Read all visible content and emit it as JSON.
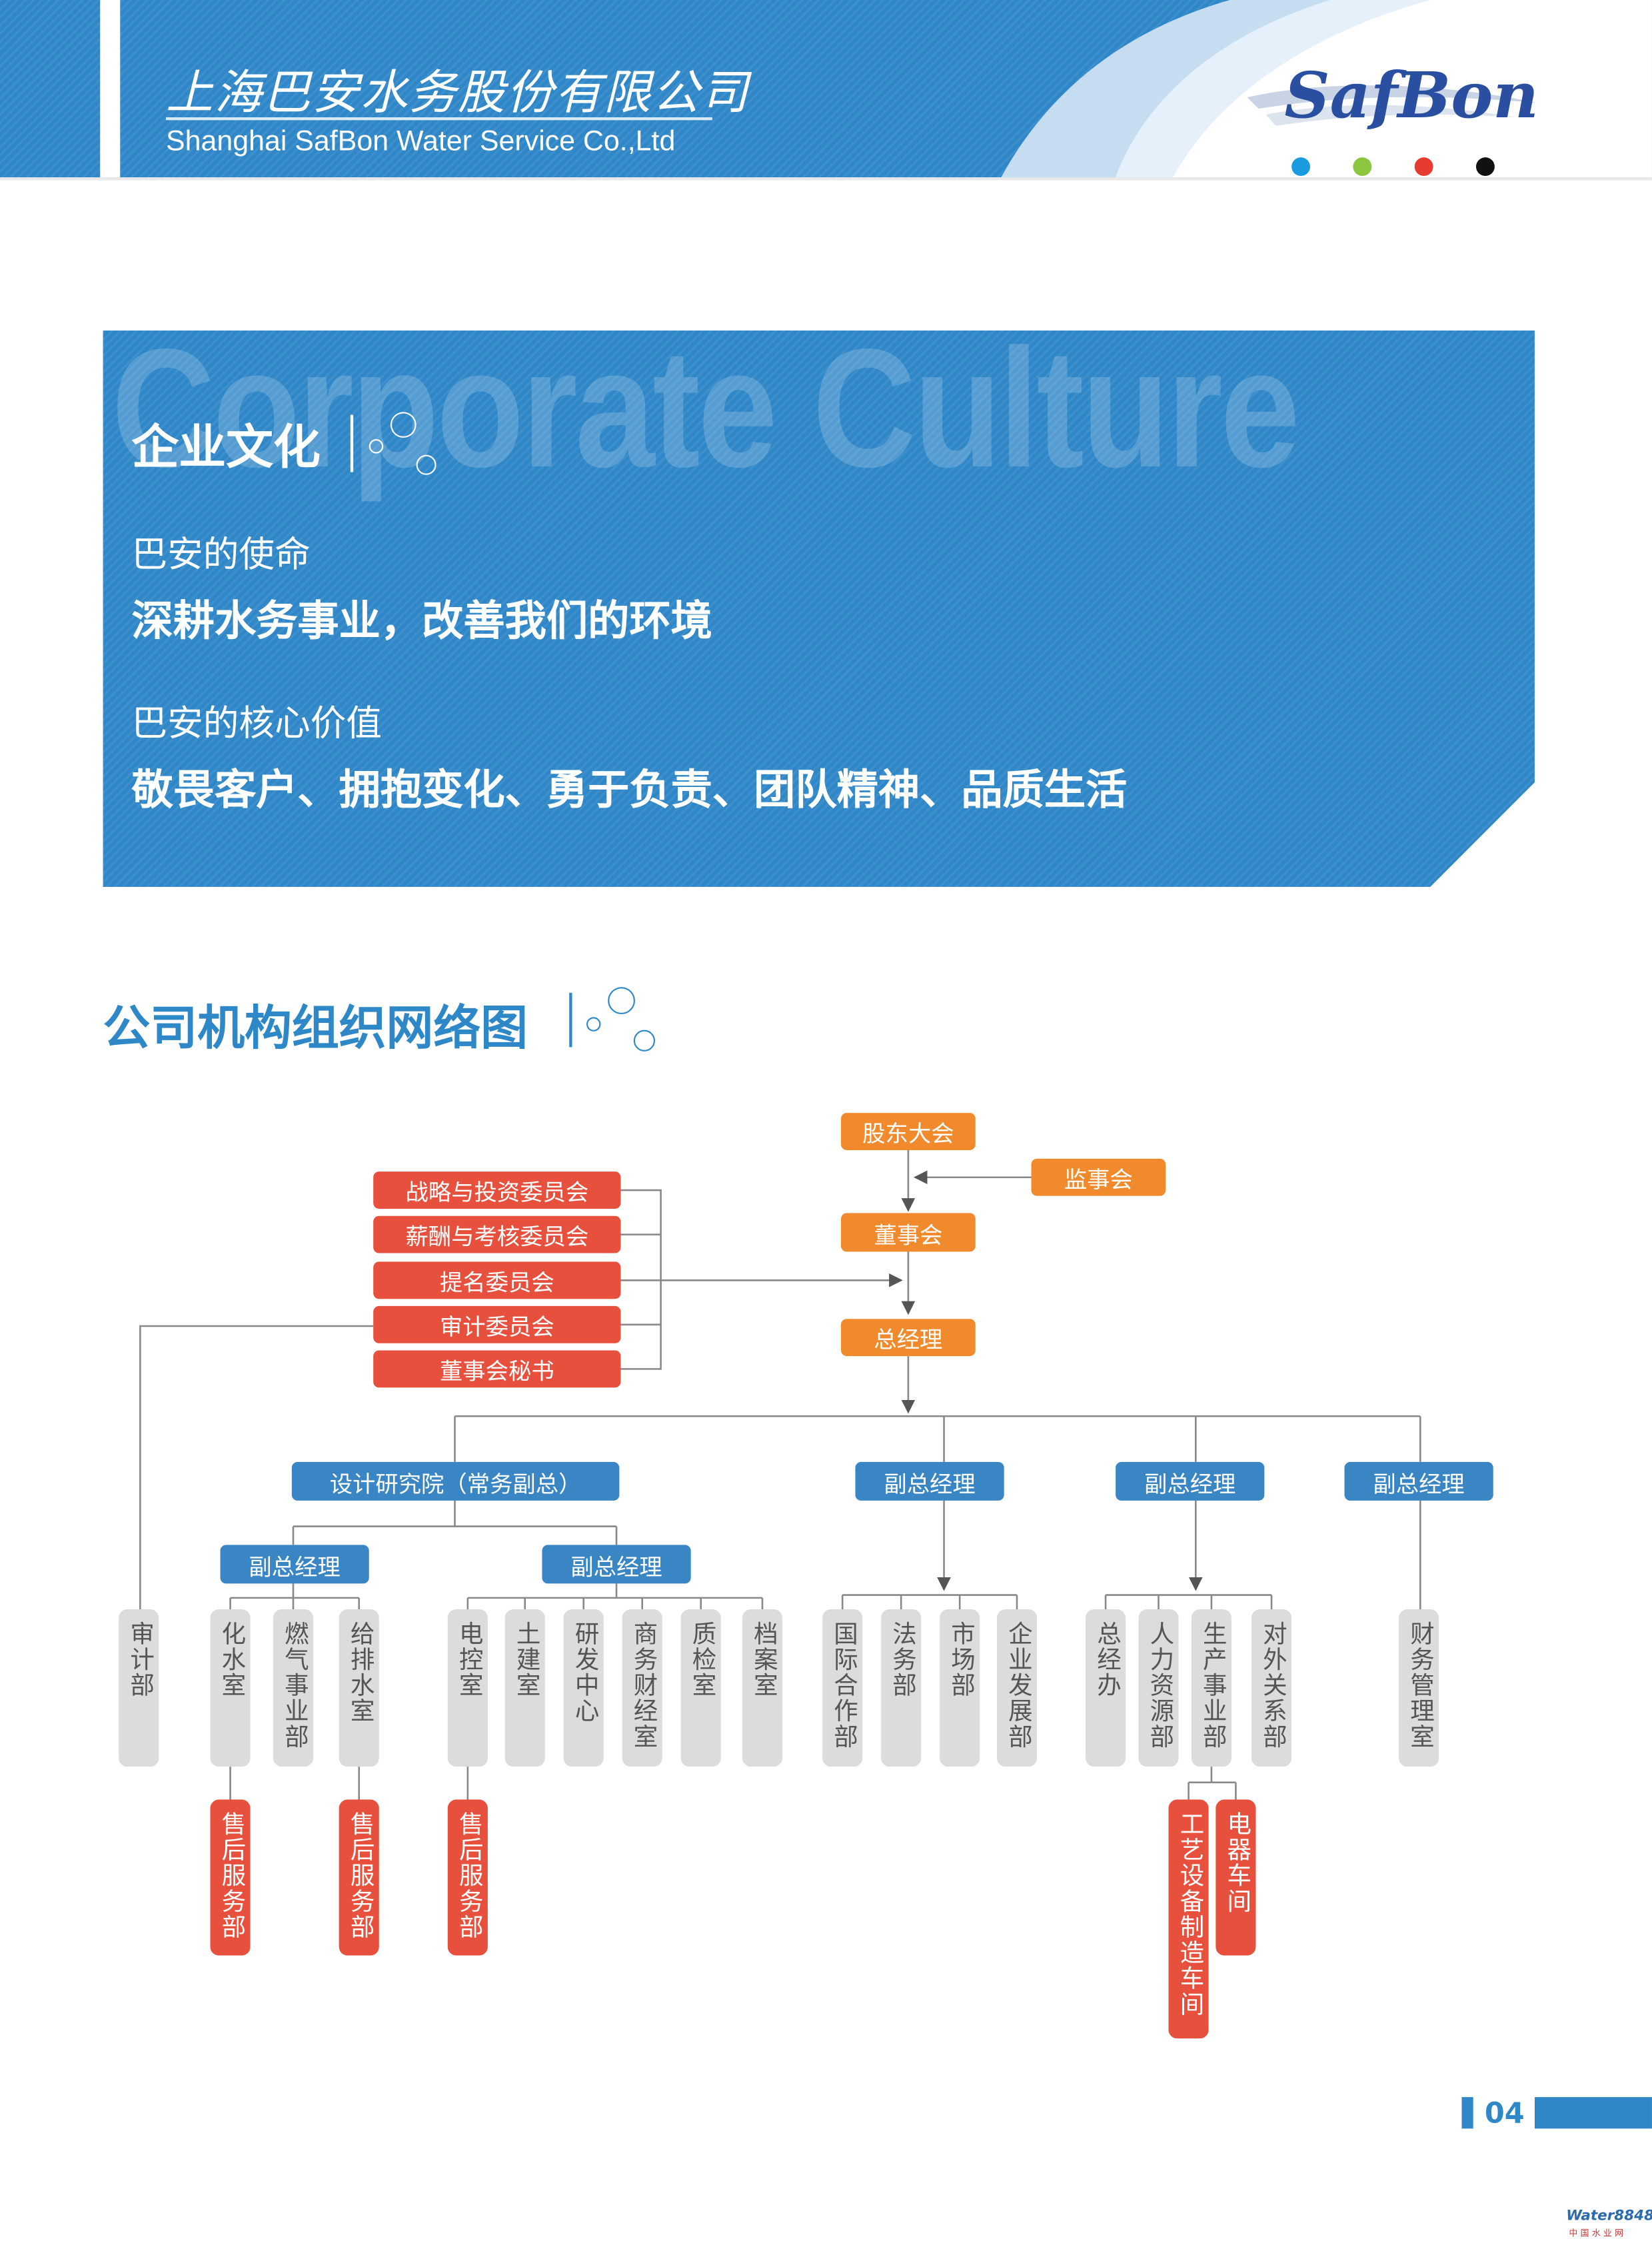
{
  "header": {
    "company_cn": "上海巴安水务股份有限公司",
    "company_en": "Shanghai SafBon Water Service Co.,Ltd",
    "logo_text": "SafBon",
    "logo_dot_colors": [
      "#1a9be0",
      "#8cc63f",
      "#e63b2e",
      "#111111"
    ]
  },
  "culture": {
    "watermark": "Corporate Culture",
    "title": "企业文化",
    "mission_label": "巴安的使命",
    "mission": "深耕水务事业，改善我们的环境",
    "values_label": "巴安的核心价值",
    "values": "敬畏客户、拥抱变化、勇于负责、团队精神、品质生活"
  },
  "org": {
    "title": "公司机构组织网络图",
    "shareholders": "股东大会",
    "supervisors": "监事会",
    "board": "董事会",
    "gm": "总经理",
    "committees": [
      "战略与投资委员会",
      "薪酬与考核委员会",
      "提名委员会",
      "审计委员会",
      "董事会秘书"
    ],
    "vps": [
      "设计研究院（常务副总）",
      "副总经理",
      "副总经理",
      "副总经理"
    ],
    "sub_vps": [
      "副总经理",
      "副总经理"
    ],
    "departments": [
      "审计部",
      "化水室",
      "燃气事业部",
      "给排水室",
      "电控室",
      "土建室",
      "研发中心",
      "商务财经室",
      "质检室",
      "档案室",
      "国际合作部",
      "法务部",
      "市场部",
      "企业发展部",
      "总经办",
      "人力资源部",
      "生产事业部",
      "对外关系部",
      "财务管理室"
    ],
    "sub_units": [
      "售后服务部",
      "售后服务部",
      "售后服务部",
      "工艺设备制造车间",
      "电器车间"
    ]
  },
  "footer": {
    "page_number": "04",
    "watermark": "Water8848",
    "watermark_sub": "中国水业网"
  },
  "colors": {
    "blue": "#2f87c8",
    "orange": "#f08a2c",
    "red": "#e8503e",
    "gray": "#dcdcdc"
  }
}
